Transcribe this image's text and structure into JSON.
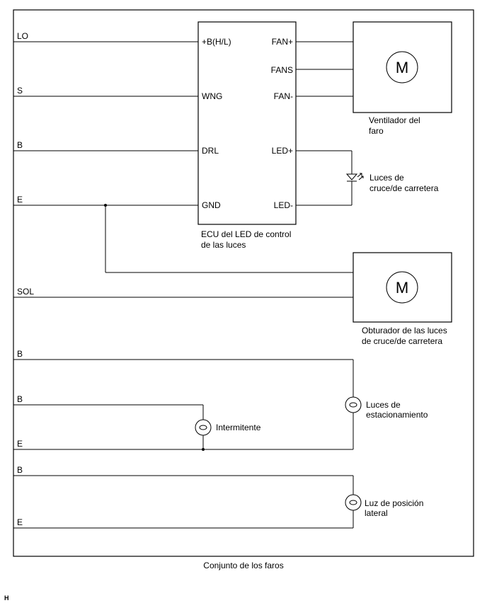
{
  "assembly_label": "Conjunto de los faros",
  "figure_code": "H",
  "wires": {
    "lo": "LO",
    "s": "S",
    "b1": "B",
    "e1": "E",
    "sol": "SOL",
    "b2": "B",
    "b3": "B",
    "e2": "E",
    "b4": "B",
    "e3": "E"
  },
  "ecu": {
    "label_line1": "ECU del LED de control",
    "label_line2": "de las luces",
    "pins": {
      "b_hl": "+B(H/L)",
      "wng": "WNG",
      "drl": "DRL",
      "gnd": "GND",
      "fan_plus": "FAN+",
      "fans": "FANS",
      "fan_minus": "FAN-",
      "led_plus": "LED+",
      "led_minus": "LED-"
    }
  },
  "fan_motor": {
    "symbol": "M",
    "label_line1": "Ventilador del",
    "label_line2": "faro"
  },
  "shutter_motor": {
    "symbol": "M",
    "label_line1": "Obturador de las luces",
    "label_line2": "de cruce/de carretera"
  },
  "led": {
    "label_line1": "Luces de",
    "label_line2": "cruce/de carretera"
  },
  "parking_lamp": {
    "label_line1": "Luces de",
    "label_line2": "estacionamiento"
  },
  "turn_signal": {
    "label": "Intermitente"
  },
  "side_marker": {
    "label_line1": "Luz de posición",
    "label_line2": "lateral"
  }
}
